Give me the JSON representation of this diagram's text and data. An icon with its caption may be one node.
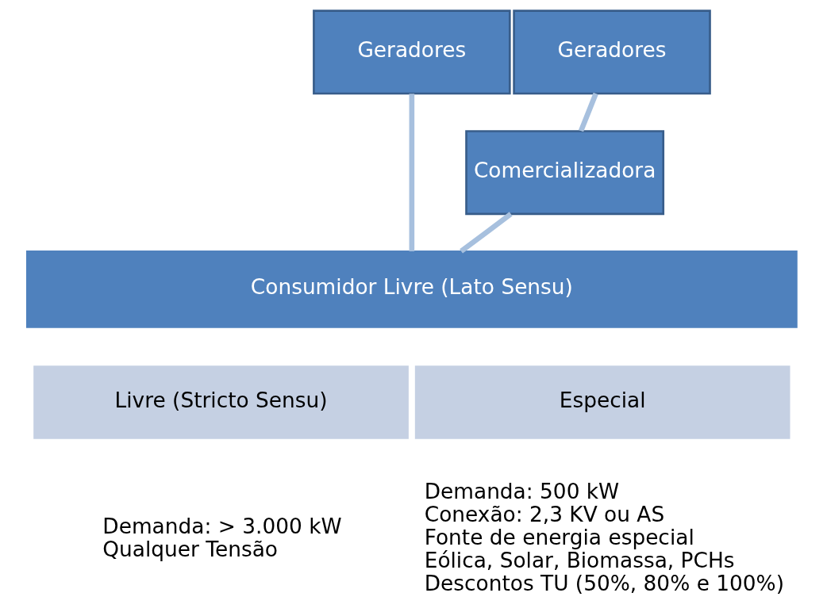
{
  "diagram": {
    "nodes": [
      {
        "text": [
          "Geradores"
        ]
      },
      {
        "text": [
          "Geradores"
        ]
      },
      {
        "text": [
          "Comercializadora"
        ]
      },
      {
        "text": [
          "Consumidor Livre (Lato Sensu)"
        ]
      },
      {
        "text": [
          "Livre (Stricto Sensu)"
        ],
        "beside": [
          "Demanda: > 3.000 kW",
          "Qualquer Tensão"
        ]
      },
      {
        "text": [
          "Especial"
        ],
        "beside": [
          "Demanda: 500 kW",
          "Conexão: 2,3 KV ou AS",
          "Fonte de energia especial",
          "Eólica, Solar, Biomassa, PCHs",
          "Descontos TU (50%, 80% e 100%)"
        ]
      }
    ],
    "edges": [
      {
        "from": 0,
        "to": 3,
        "arrow": "none"
      },
      {
        "from": 1,
        "to": 2,
        "arrow": "none"
      },
      {
        "from": 2,
        "to": 3,
        "arrow": "none"
      }
    ]
  }
}
